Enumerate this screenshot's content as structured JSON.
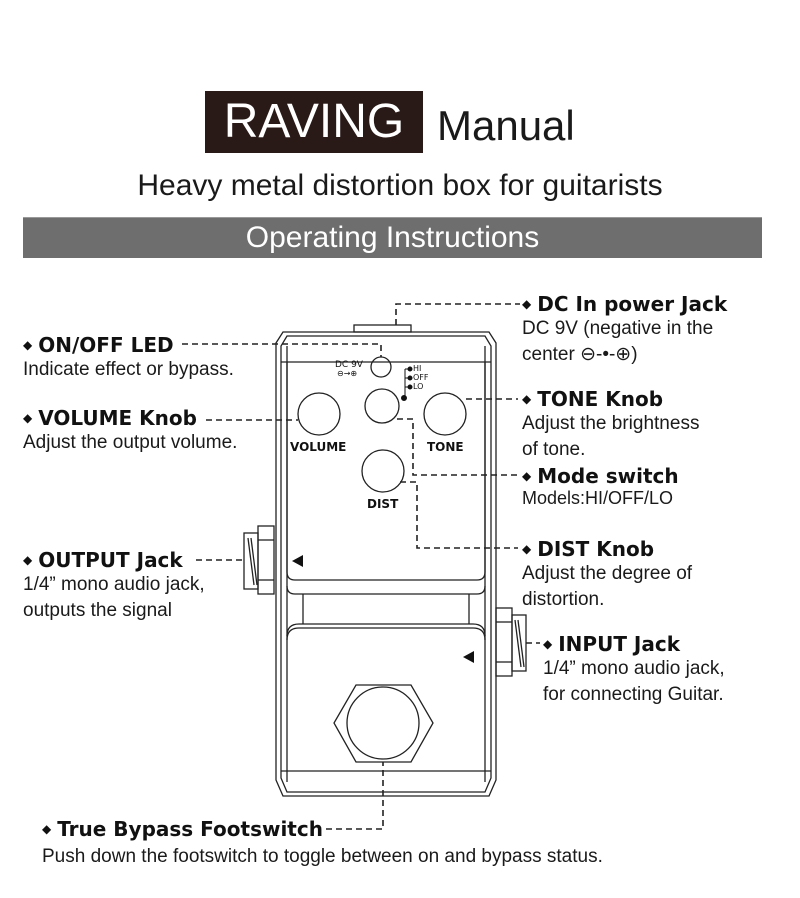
{
  "header": {
    "brand": "RAVING",
    "title_suffix": "Manual",
    "subtitle": "Heavy metal distortion box for guitarists",
    "section_band": "Operating Instructions"
  },
  "pedal": {
    "knob_labels": {
      "volume": "VOLUME",
      "tone": "TONE",
      "dist": "DIST"
    },
    "dc_label": "DC 9V",
    "dc_polarity": "⊖→⊕",
    "mode_positions": [
      "HI",
      "OFF",
      "LO"
    ]
  },
  "callouts": {
    "dc_jack": {
      "title": "DC In power Jack",
      "lines": [
        "DC 9V (negative in the",
        "center ⊖-•-⊕)"
      ]
    },
    "led": {
      "title": "ON/OFF LED",
      "lines": [
        "Indicate effect or bypass."
      ]
    },
    "volume": {
      "title": "VOLUME Knob",
      "lines": [
        "Adjust the output volume."
      ]
    },
    "tone": {
      "title": "TONE Knob",
      "lines": [
        "Adjust the brightness",
        "of tone."
      ]
    },
    "mode": {
      "title": "Mode switch",
      "lines": [
        "Models:HI/OFF/LO"
      ]
    },
    "output": {
      "title": "OUTPUT Jack",
      "lines": [
        "1/4” mono audio jack,",
        "outputs the signal"
      ]
    },
    "dist": {
      "title": "DIST Knob",
      "lines": [
        "Adjust the degree of",
        "distortion."
      ]
    },
    "input": {
      "title": "INPUT Jack",
      "lines": [
        "1/4” mono audio jack,",
        "for connecting Guitar."
      ]
    },
    "footswitch": {
      "title": "True Bypass Footswitch",
      "lines": [
        "Push down the footswitch to toggle between on and bypass status."
      ]
    }
  },
  "bullet_glyph": "◆"
}
